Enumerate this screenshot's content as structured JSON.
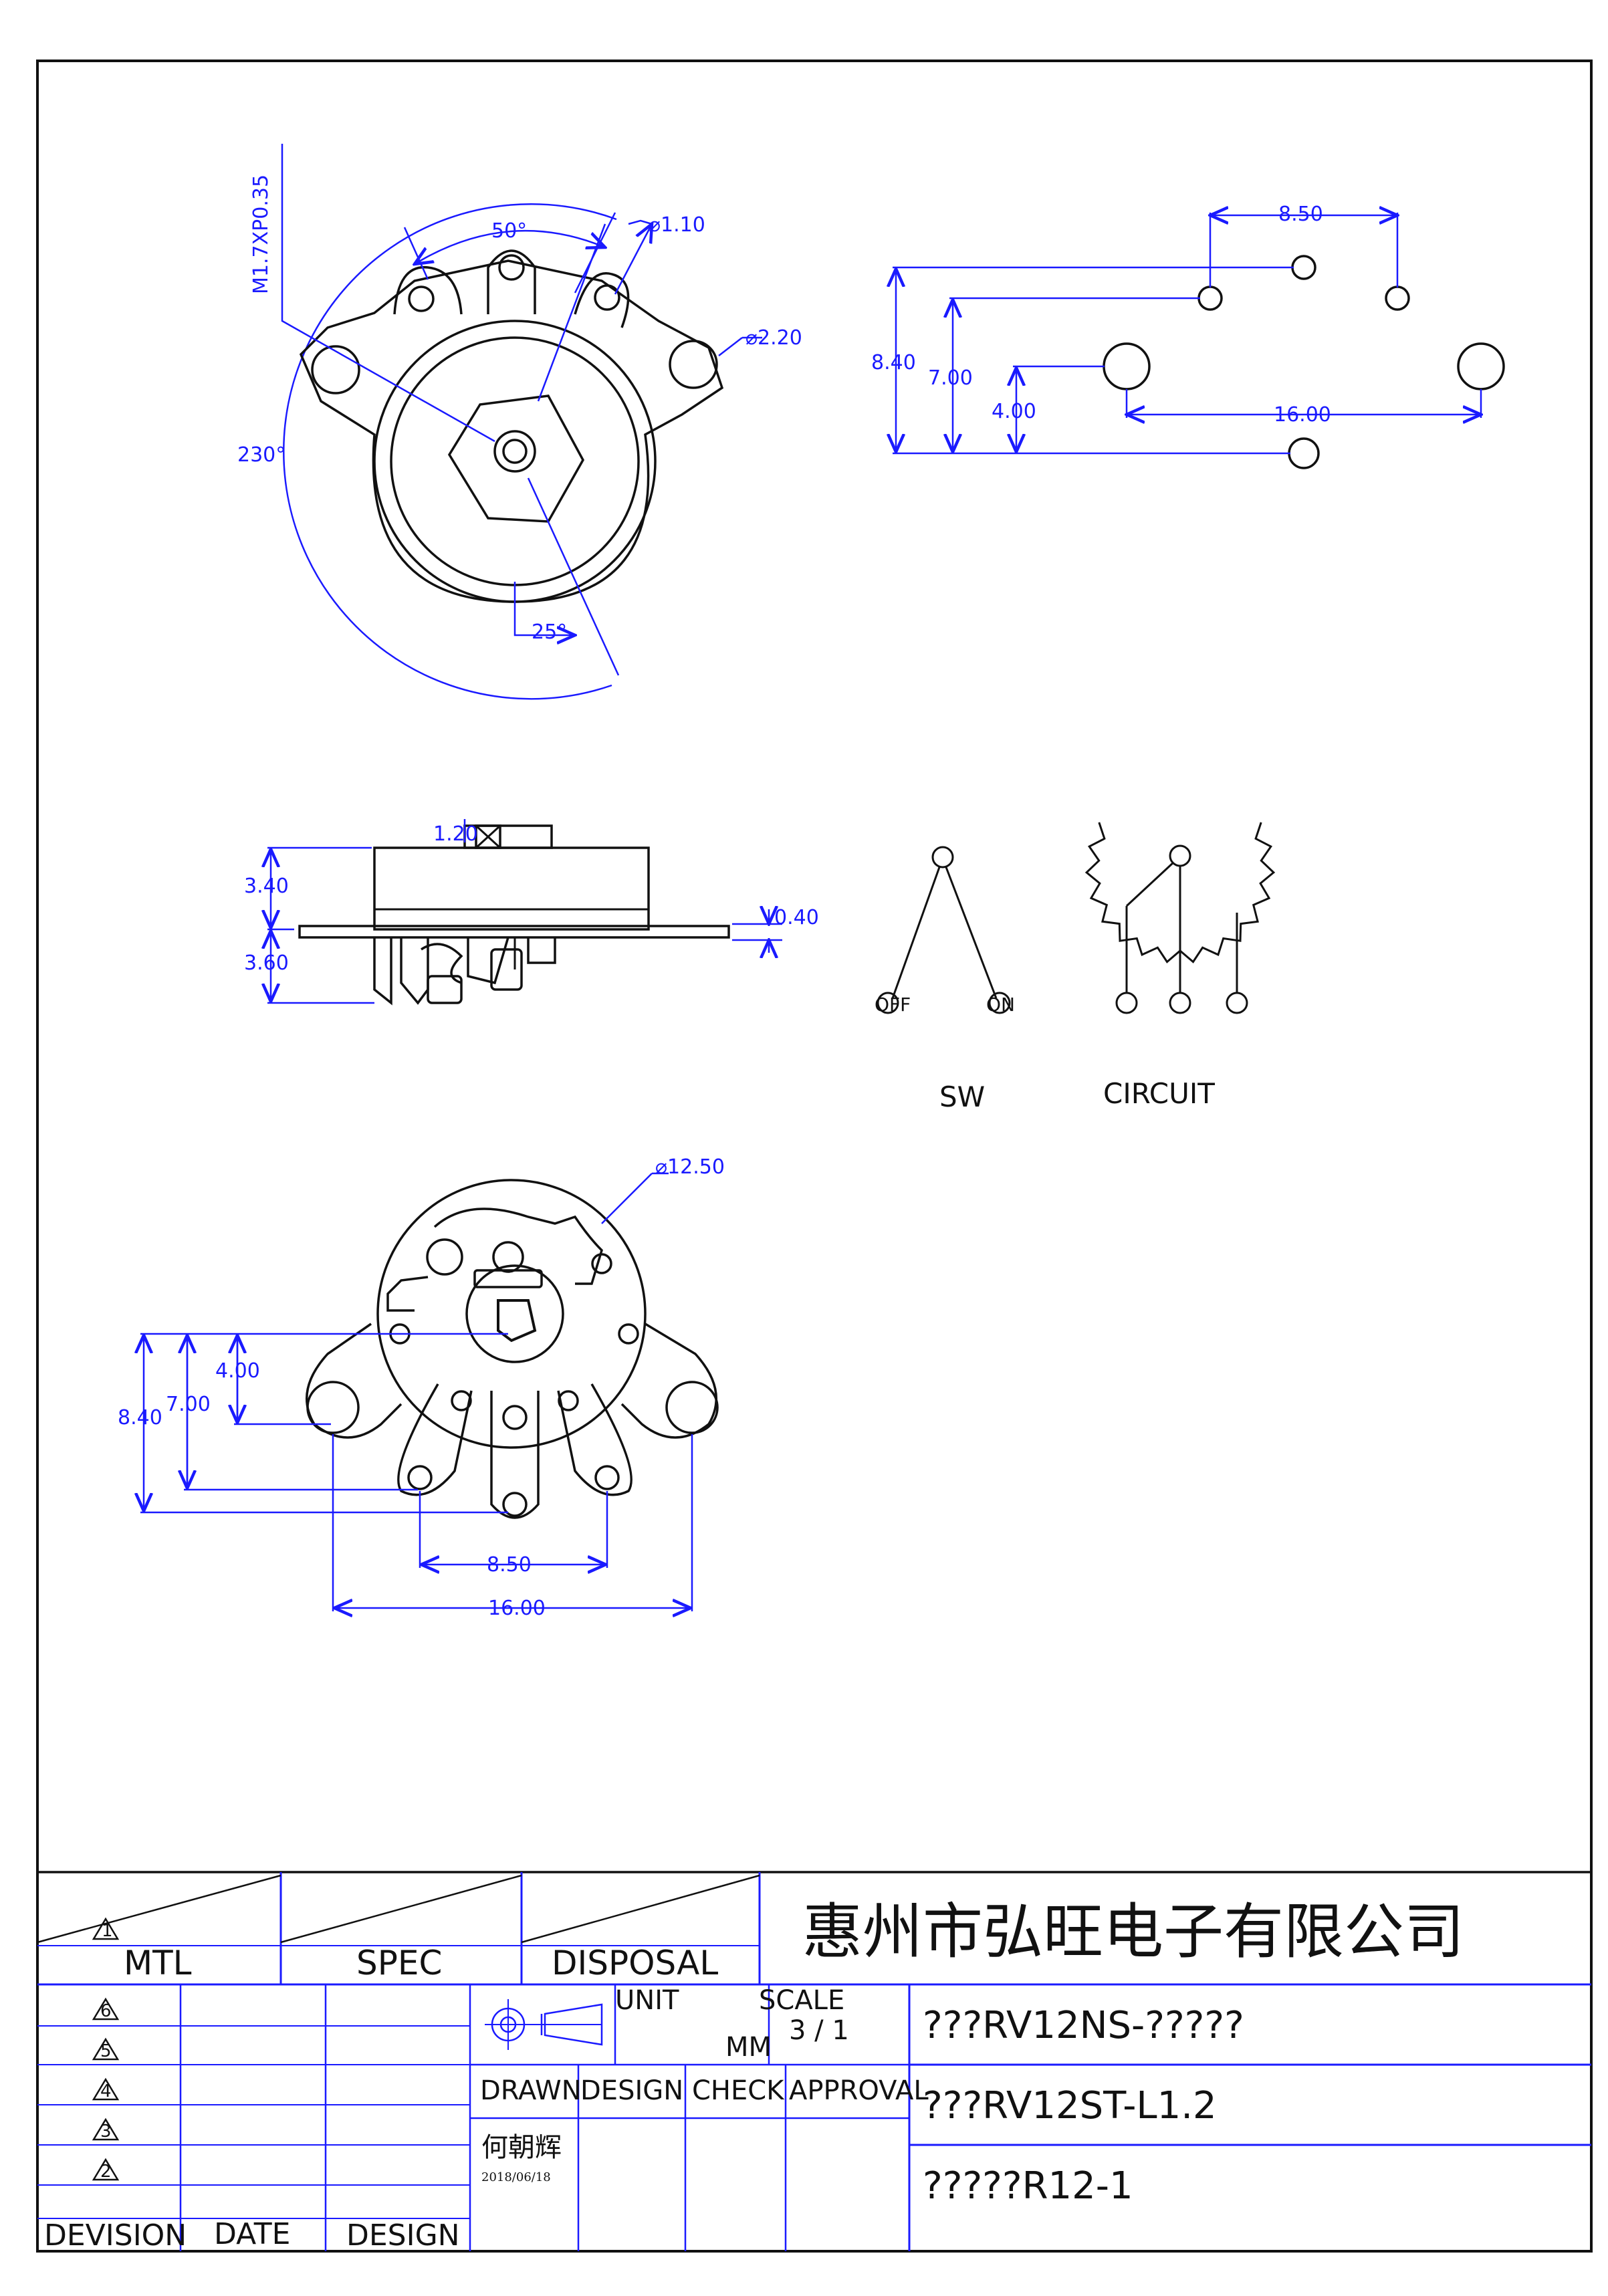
{
  "colors": {
    "outline": "#111111",
    "dimension": "#1a1aff",
    "background": "#ffffff"
  },
  "top_view": {
    "thread": "M1.7XP0.35",
    "angle_50": "50°",
    "hole_small": "⌀1.10",
    "hole_large": "⌀2.20",
    "angle_230": "230°",
    "angle_25": "25°"
  },
  "pin_layout": {
    "d_850": "8.50",
    "d_840": "8.40",
    "d_700": "7.00",
    "d_400": "4.00",
    "d_1600": "16.00"
  },
  "side_view": {
    "d_120": "1.20",
    "d_340": "3.40",
    "d_360": "3.60",
    "d_040": "0.40"
  },
  "schematic": {
    "off": "OFF",
    "on": "ON",
    "sw": "SW",
    "circuit": "CIRCUIT"
  },
  "bottom_view": {
    "dia": "⌀12.50",
    "d_400": "4.00",
    "d_700": "7.00",
    "d_840": "8.40",
    "d_850": "8.50",
    "d_1600": "16.00"
  },
  "title_block": {
    "company": "惠州市弘旺电子有限公司",
    "mtl": "MTL",
    "spec": "SPEC",
    "disposal": "DISPOSAL",
    "unit": "UNIT",
    "unit_value": "MM",
    "scale": "SCALE",
    "scale_value": "3 / 1",
    "drawn": "DRAWN",
    "design": "DESIGN",
    "check": "CHECK",
    "approval": "APPROVAL",
    "drawer": "何朝辉",
    "date_value": "2018/06/18",
    "revision": "DEVISION",
    "date": "DATE",
    "design_col": "DESIGN",
    "rev_marks": [
      "1",
      "6",
      "5",
      "4",
      "3",
      "2"
    ],
    "line1": "???RV12NS-?????",
    "line2": "???RV12ST-L1.2",
    "line3": "?????R12-1"
  }
}
